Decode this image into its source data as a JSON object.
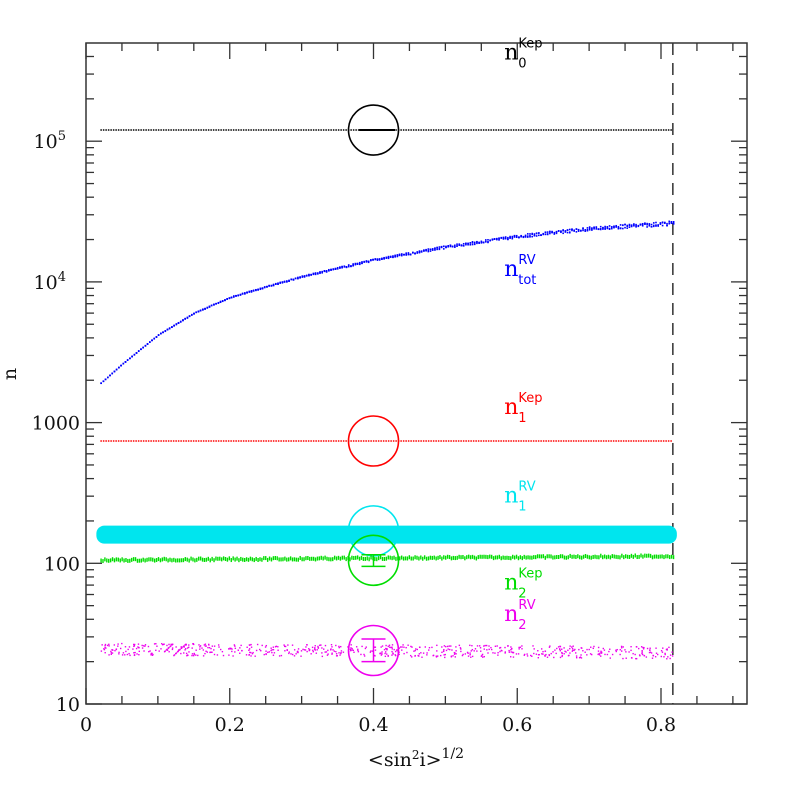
{
  "chart_data": {
    "type": "scatter",
    "title": "",
    "xlabel": "<sin²i>^(1/2)",
    "xlabel_main": "<sin",
    "xlabel_sup2": "2",
    "xlabel_i": "i>",
    "xlabel_sup": "1/2",
    "ylabel": "n",
    "yscale": "log",
    "xlim": [
      0,
      0.92
    ],
    "ylim": [
      10,
      500000
    ],
    "xticks": [
      0,
      0.2,
      0.4,
      0.6,
      0.8
    ],
    "xtick_labels": [
      "0",
      "0.2",
      "0.4",
      "0.6",
      "0.8"
    ],
    "yticks": [
      10,
      100,
      1000,
      10000,
      100000
    ],
    "ytick_labels": [
      "10",
      "100",
      "1000",
      "10",
      "10"
    ],
    "ytick_sups": [
      "",
      "",
      "",
      "4",
      "5"
    ],
    "vline": {
      "x": 0.8165,
      "style": "dashed",
      "color": "#000000"
    },
    "grid": false,
    "x_range_data": [
      0.02,
      0.8165
    ],
    "series": [
      {
        "name": "n0_Kep",
        "label_main": "n",
        "label_sup": "Kep",
        "label_sub": "0",
        "color": "#000000",
        "level": 120000,
        "marker_x": 0.4,
        "marker_y": 120000,
        "label_pos": [
          0.6,
          380000
        ]
      },
      {
        "name": "ntot_RV",
        "label_main": "n",
        "label_sup": "RV",
        "label_sub": "tot",
        "color": "#0000ff",
        "x": [
          0.02,
          0.05,
          0.1,
          0.15,
          0.2,
          0.3,
          0.4,
          0.5,
          0.6,
          0.7,
          0.8165
        ],
        "values": [
          1900,
          2600,
          4200,
          6000,
          7800,
          11000,
          14500,
          18000,
          21500,
          24500,
          27000
        ],
        "label_pos": [
          0.6,
          11000
        ]
      },
      {
        "name": "n1_Kep",
        "label_main": "n",
        "label_sup": "Kep",
        "label_sub": "1",
        "color": "#ff0000",
        "level": 740,
        "marker_x": 0.4,
        "marker_y": 740,
        "label_pos": [
          0.6,
          1150
        ]
      },
      {
        "name": "n1_RV",
        "label_main": "n",
        "label_sup": "RV",
        "label_sub": "1",
        "color": "#00e5ee",
        "level": 160,
        "marker_x": 0.4,
        "marker_y": 170,
        "label_pos": [
          0.6,
          270
        ]
      },
      {
        "name": "n2_Kep",
        "label_main": "n",
        "label_sup": "Kep",
        "label_sub": "2",
        "color": "#00dd00",
        "level": 105,
        "marker_x": 0.4,
        "marker_y": 105,
        "errorbar": [
          95,
          115
        ],
        "label_pos": [
          0.6,
          65
        ]
      },
      {
        "name": "n2_RV",
        "label_main": "n",
        "label_sup": "RV",
        "label_sub": "2",
        "color": "#ee00ee",
        "level": 25,
        "marker_x": 0.4,
        "marker_y": 24,
        "errorbar": [
          20,
          29
        ],
        "label_pos": [
          0.6,
          39
        ]
      }
    ]
  }
}
